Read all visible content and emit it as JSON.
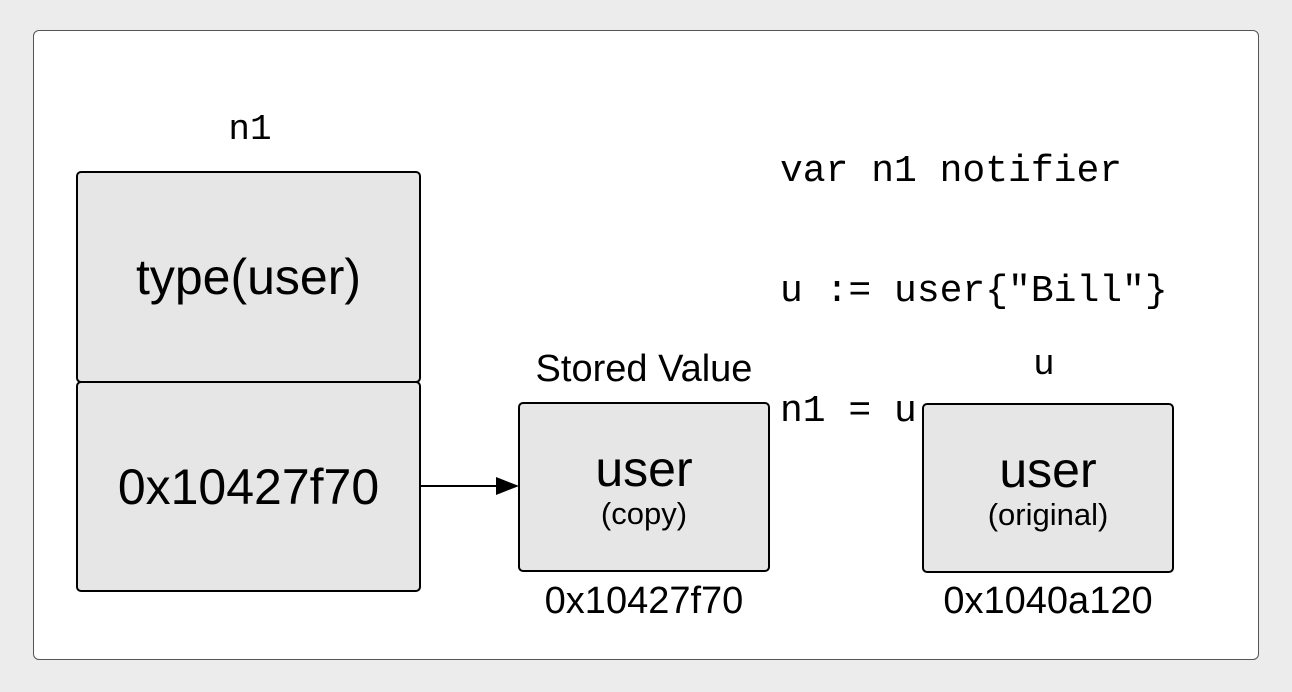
{
  "code": {
    "lines": [
      "var n1 notifier",
      "u := user{\"Bill\"}",
      "n1 = u"
    ]
  },
  "n1": {
    "label": "n1",
    "type_word": "type(user)",
    "pointer": "0x10427f70"
  },
  "stored_value": {
    "label": "Stored Value",
    "title": "user",
    "note": "(copy)",
    "address": "0x10427f70"
  },
  "u": {
    "label": "u",
    "title": "user",
    "note": "(original)",
    "address": "0x1040a120"
  },
  "colors": {
    "box_fill": "#e6e6e6",
    "page_bg": "#ececec",
    "canvas_bg": "#ffffff"
  }
}
